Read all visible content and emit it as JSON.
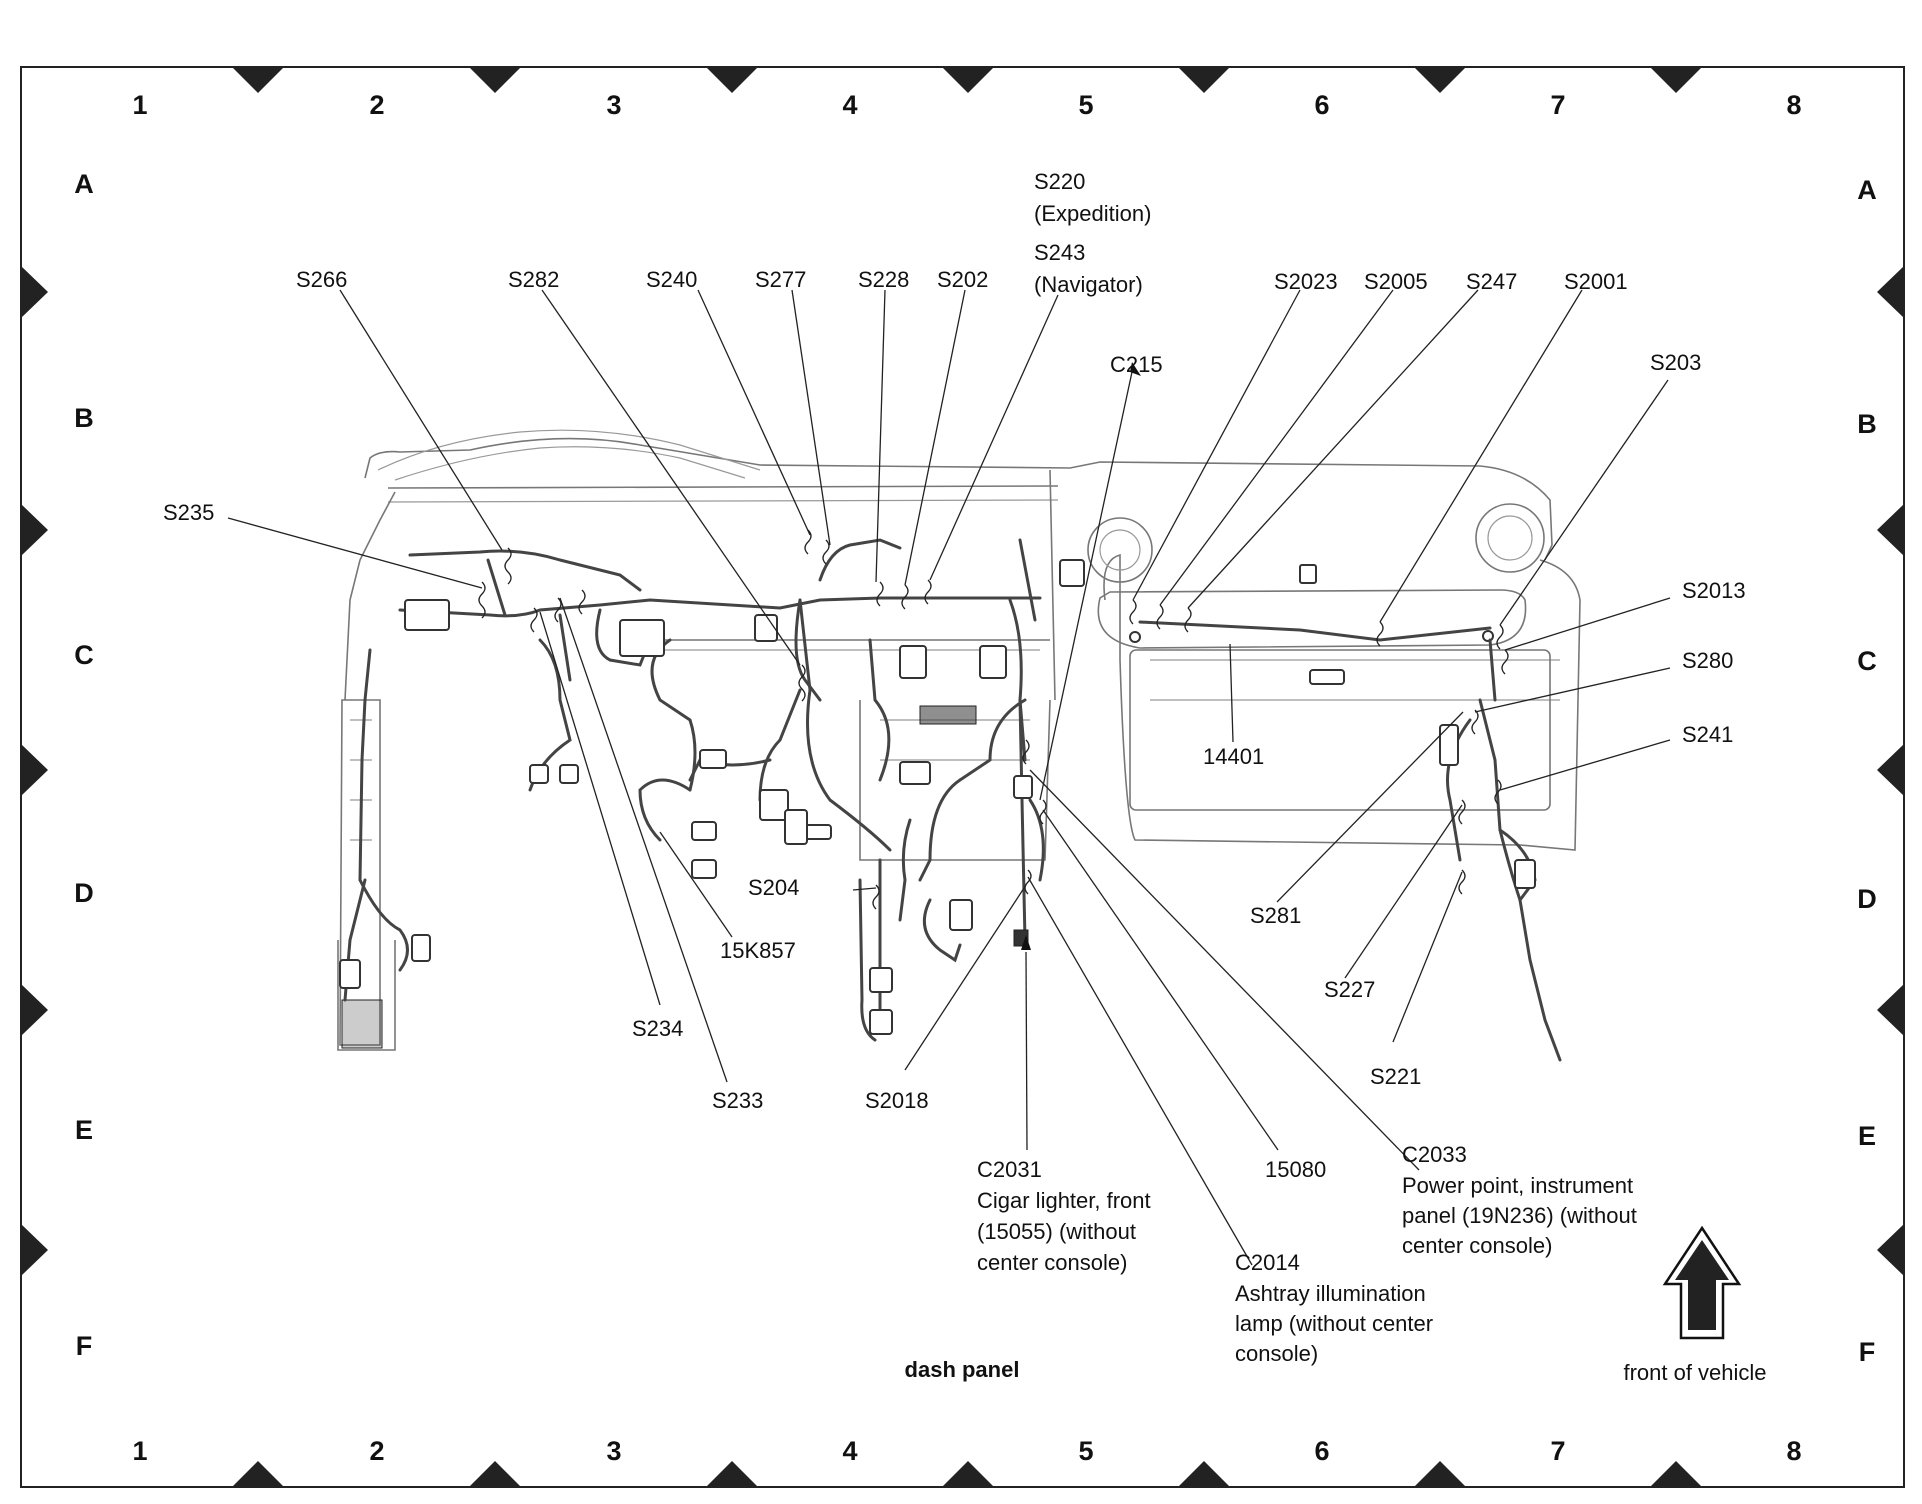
{
  "columns": [
    "1",
    "2",
    "3",
    "4",
    "5",
    "6",
    "7",
    "8"
  ],
  "rows": [
    "A",
    "B",
    "C",
    "D",
    "E",
    "F"
  ],
  "title": "dash panel",
  "orientation_label": "front of vehicle",
  "labels": {
    "S266": "S266",
    "S282": "S282",
    "S240": "S240",
    "S277": "S277",
    "S228": "S228",
    "S202": "S202",
    "S220": [
      "S220",
      "(Expedition)"
    ],
    "S243": [
      "S243",
      "(Navigator)"
    ],
    "C215": "C215",
    "S2023": "S2023",
    "S2005": "S2005",
    "S247": "S247",
    "S2001": "S2001",
    "S203": "S203",
    "S235": "S235",
    "S2013": "S2013",
    "S280": "S280",
    "S241": "S241",
    "14401": "14401",
    "S204": "S204",
    "15K857": "15K857",
    "S281": "S281",
    "S227": "S227",
    "S234": "S234",
    "S233": "S233",
    "S2018": "S2018",
    "S221": "S221",
    "15080": "15080",
    "C2031": [
      "C2031",
      "Cigar lighter, front",
      "(15055) (without",
      "center console)"
    ],
    "C2033": [
      "C2033",
      "Power point, instrument",
      "panel (19N236) (without",
      "center console)"
    ],
    "C2014": [
      "C2014",
      "Ashtray illumination",
      "lamp (without center",
      "console)"
    ]
  },
  "icons": {
    "arrow": "up-arrow-icon"
  },
  "colors": {
    "ink": "#111111",
    "drawing": "#777777"
  }
}
